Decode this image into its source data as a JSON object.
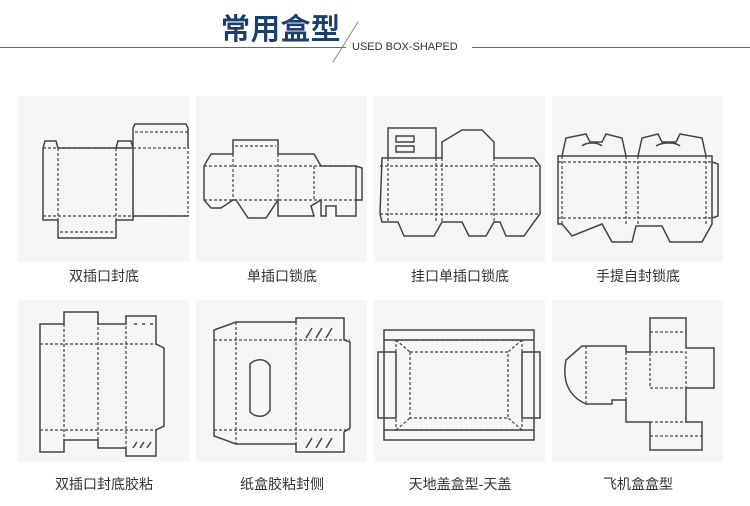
{
  "header": {
    "title": "常用盒型",
    "subtitle": "USED BOX-SHAPED"
  },
  "boxes": [
    {
      "label": "双插口封底"
    },
    {
      "label": "单插口锁底"
    },
    {
      "label": "挂口单插口锁底"
    },
    {
      "label": "手提自封锁底"
    },
    {
      "label": "双插口封底胶粘"
    },
    {
      "label": "纸盒胶粘封侧"
    },
    {
      "label": "天地盖盒型-天盖"
    },
    {
      "label": "飞机盒盒型"
    }
  ]
}
